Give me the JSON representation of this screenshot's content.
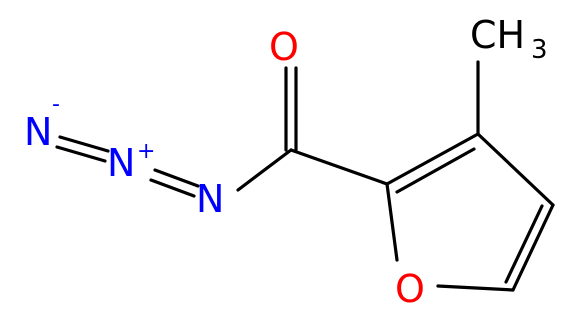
{
  "molecule": {
    "atoms": {
      "n_terminal": {
        "element": "N",
        "charge": "-"
      },
      "n_central": {
        "element": "N",
        "charge": "+"
      },
      "n_acyl": {
        "element": "N"
      },
      "o_carbonyl": {
        "element": "O"
      },
      "o_ring": {
        "element": "O"
      },
      "methyl": {
        "element": "CH",
        "subscript": "3"
      }
    },
    "colors": {
      "nitrogen": "#0000ff",
      "oxygen": "#ff0000",
      "carbon": "#000000",
      "bond": "#000000",
      "background": "#ffffff"
    }
  }
}
